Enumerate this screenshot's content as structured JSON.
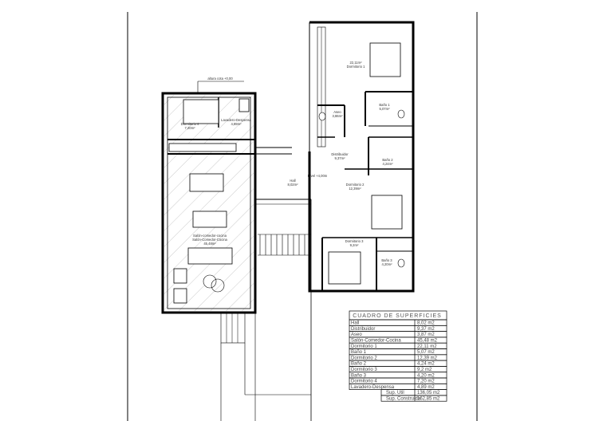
{
  "plan": {
    "labels": {
      "elevation_note": "altura cota +0,00",
      "dormitorio4": "Dormitorio 4",
      "dormitorio4_area": "7,20m²",
      "lavadero": "Lavadero-Despensa",
      "lavadero_area": "4,89m²",
      "salon": "Salón-comedor-cocina",
      "salon_sub": "Salón-Comedor-Cocina",
      "salon_area": "45,48m²",
      "hall": "Hall",
      "hall_area": "8,02m²",
      "hall_level": "Nivel +4,00m",
      "dormitorio1_area": "22,11m²",
      "dormitorio1": "Dormitorio 1",
      "aseo": "Aseo",
      "aseo_area": "3,86m²",
      "bano1": "Baño 1",
      "bano1_area": "5,07m²",
      "distribuidor": "Distribuidor",
      "distribuidor_area": "9,37m²",
      "bano2": "Baño 2",
      "bano2_area": "4,24m²",
      "dormitorio2": "Dormitorio 2",
      "dormitorio2_area": "12,39m²",
      "dormitorio3": "Dormitorio 3",
      "dormitorio3_area": "9,2m²",
      "bano3": "Baño 3",
      "bano3_area": "4,20m²"
    }
  },
  "surface_table": {
    "title": "CUADRO DE SUPERFICIES",
    "rows": [
      {
        "room": "Hall",
        "area": "8,02 m2"
      },
      {
        "room": "Distribuidor",
        "area": "9,37 m2"
      },
      {
        "room": "Aseo",
        "area": "3,87 m2"
      },
      {
        "room": "Salón-Comedor-Cocina",
        "area": "45,48 m2"
      },
      {
        "room": "Dormitorio 1",
        "area": "22,11 m2"
      },
      {
        "room": "Baño 1",
        "area": "5,07 m2"
      },
      {
        "room": "Dormitorio 2",
        "area": "12,39 m2"
      },
      {
        "room": "Baño 2",
        "area": "4,24 m2"
      },
      {
        "room": "Dormitorio 3",
        "area": "9,2 m2"
      },
      {
        "room": "Baño 3",
        "area": "4,20 m2"
      },
      {
        "room": "Dormitorio 4",
        "area": "7,20 m2"
      },
      {
        "room": "Lavadero-Despensa",
        "area": "4,89 m2"
      }
    ],
    "totals": [
      {
        "label": "Sup. Útil",
        "area": "136,05 m2"
      },
      {
        "label": "Sup. Construida",
        "area": "162,85 m2"
      }
    ]
  }
}
